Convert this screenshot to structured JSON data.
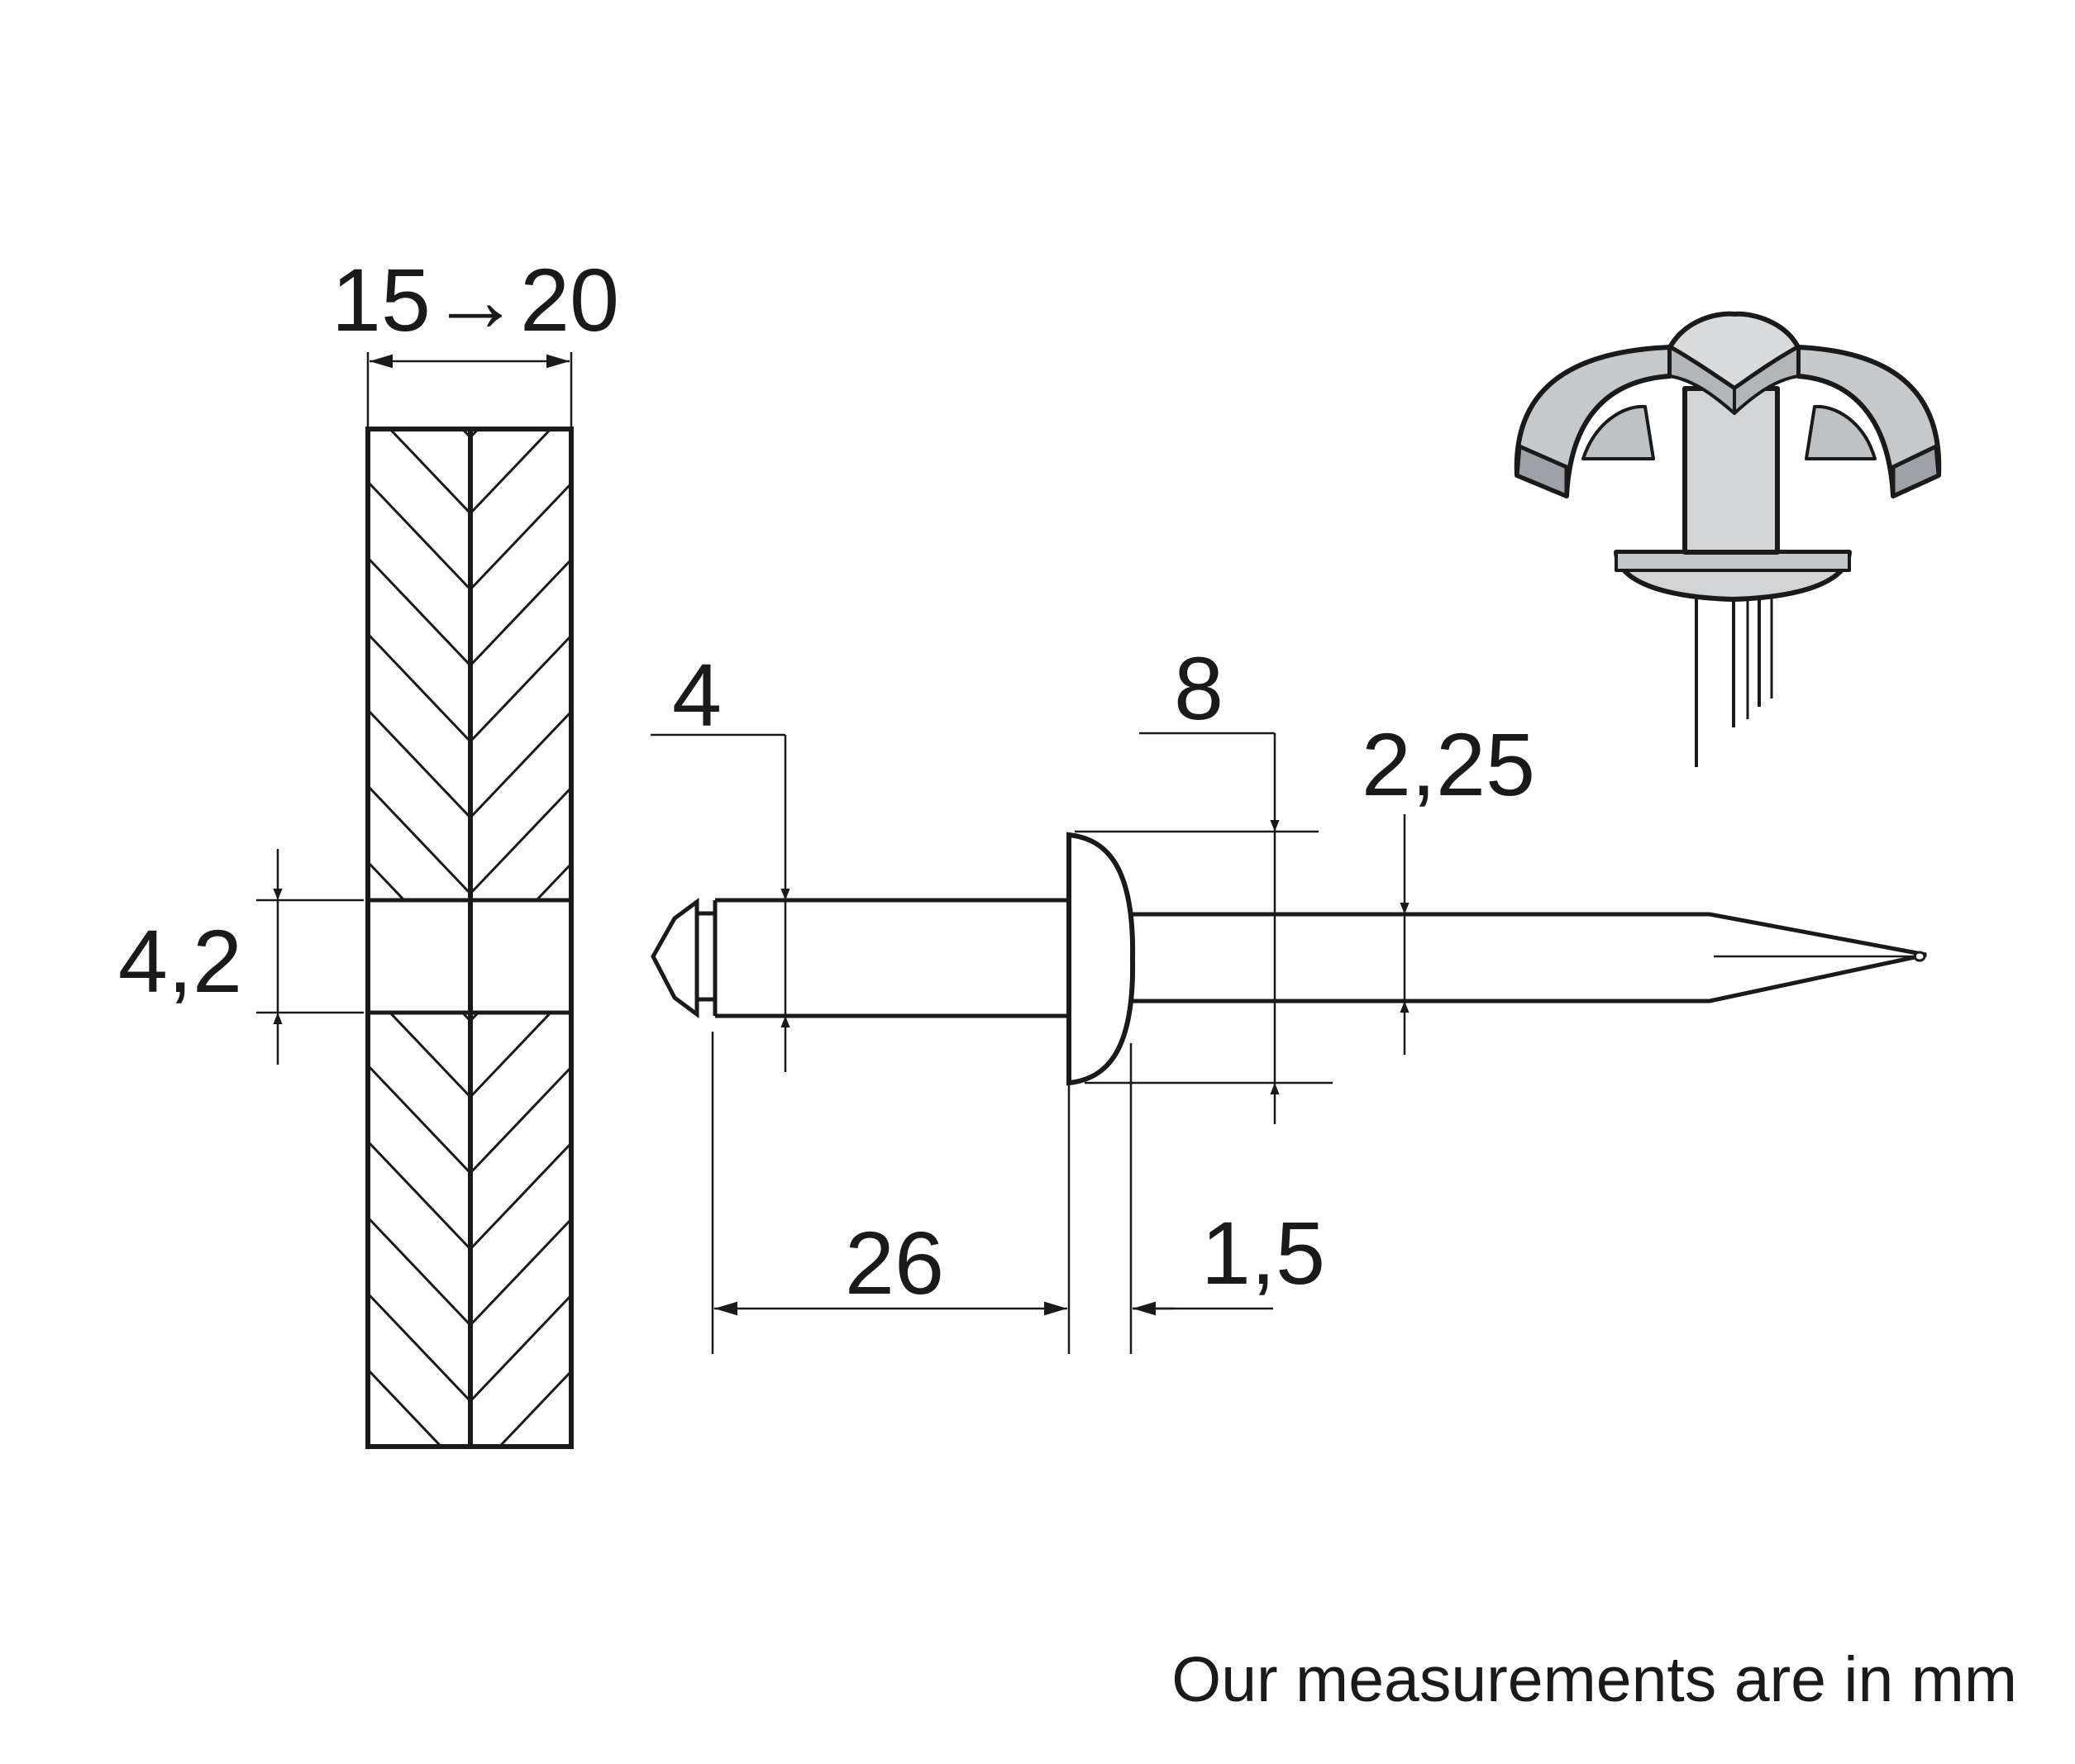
{
  "dimensions": {
    "board_thickness": "15→20",
    "hole_diameter": "4,2",
    "rivet_body_diameter": "4",
    "head_diameter": "8",
    "mandrel_diameter": "2,25",
    "rivet_length": "26",
    "head_thickness": "1,5"
  },
  "footer": {
    "note": "Our measurements are in mm"
  },
  "colors": {
    "line": "#1a1a1a",
    "rivet_fill": "#d2d4d6",
    "rivet_shade": "#9ea2a6"
  }
}
